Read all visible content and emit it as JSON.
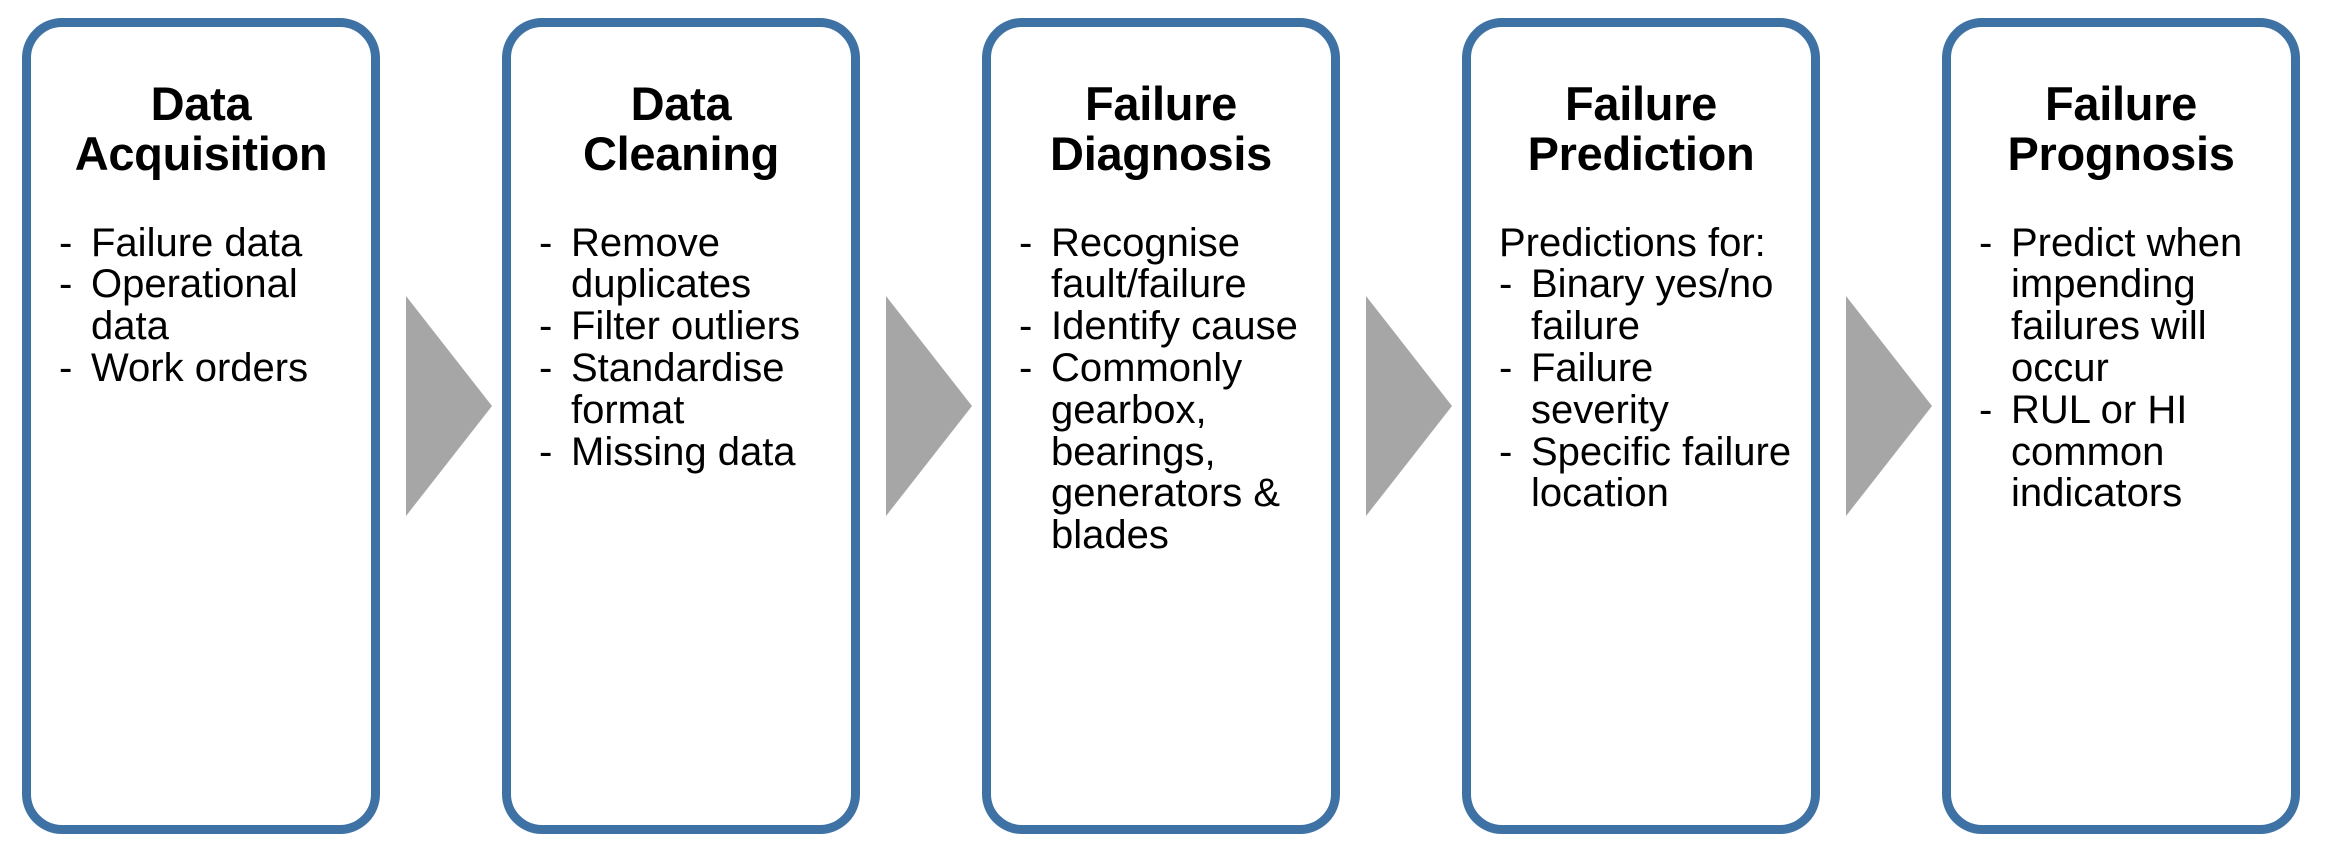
{
  "diagram": {
    "type": "process-flow",
    "orientation": "horizontal",
    "colors": {
      "box_border": "#3f72a4",
      "box_fill": "#ffffff",
      "arrow_fill": "#a6a6a6",
      "text": "#000000"
    },
    "arrow_icon_name": "right-triangle-arrow",
    "arrow_count": 4,
    "stages": [
      {
        "id": "data-acquisition",
        "title": "Data\nAcquisition",
        "intro": "",
        "bullets": [
          "Failure data",
          "Operational data",
          "Work orders"
        ]
      },
      {
        "id": "data-cleaning",
        "title": "Data\nCleaning",
        "intro": "",
        "bullets": [
          "Remove duplicates",
          "Filter outliers",
          "Standardise format",
          "Missing data"
        ]
      },
      {
        "id": "failure-diagnosis",
        "title": "Failure\nDiagnosis",
        "intro": "",
        "bullets": [
          "Recognise fault/failure",
          "Identify cause",
          "Commonly gearbox, bearings, generators & blades"
        ]
      },
      {
        "id": "failure-prediction",
        "title": "Failure\nPrediction",
        "intro": "Predictions for:",
        "bullets": [
          "Binary yes/no failure",
          "Failure severity",
          "Specific failure location"
        ]
      },
      {
        "id": "failure-prognosis",
        "title": "Failure\nPrognosis",
        "intro": "",
        "bullets": [
          "Predict when impending failures will occur",
          "RUL or HI common indicators"
        ]
      }
    ],
    "bullet_marker": "-"
  }
}
